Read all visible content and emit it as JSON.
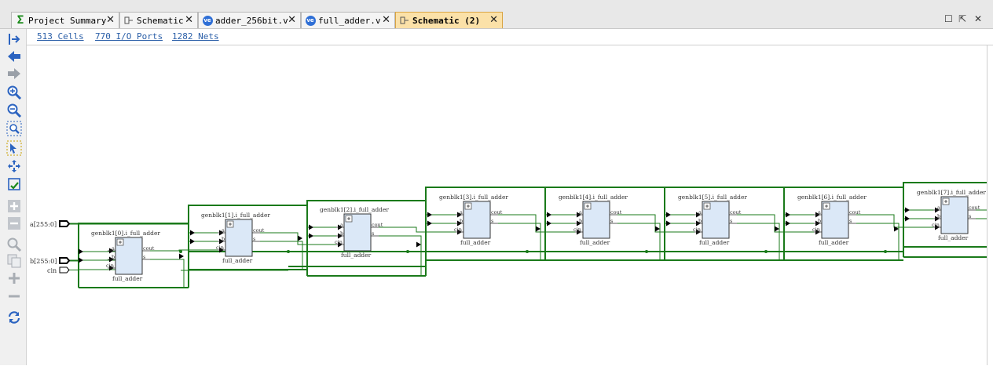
{
  "tabs": [
    {
      "label": "Project Summary",
      "icon": "sigma-icon"
    },
    {
      "label": "Schematic",
      "icon": "schematic-icon"
    },
    {
      "label": "adder_256bit.v",
      "icon": "verilog-file-icon"
    },
    {
      "label": "full_adder.v",
      "icon": "verilog-file-icon"
    },
    {
      "label": "Schematic (2)",
      "icon": "schematic-icon",
      "active": true
    }
  ],
  "tab_close": "✕",
  "stats": {
    "cells": "513 Cells",
    "ports": "770 I/O Ports",
    "nets": "1282 Nets"
  },
  "toolbar_icons": [
    "expand-to-icon",
    "back-icon",
    "forward-icon",
    "zoom-in-icon",
    "zoom-out-icon",
    "zoom-fit-icon",
    "select-area-icon",
    "fit-selection-icon",
    "regenerate-icon",
    "expand-icon",
    "collapse-icon",
    "search-icon",
    "copy-icon",
    "add-icon",
    "remove-icon",
    "refresh-icon"
  ],
  "ports": {
    "a": "a[255:0]",
    "b": "b[255:0]",
    "cin": "cin"
  },
  "instances": [
    "genblk1[0].i_full_adder",
    "genblk1[1].i_full_adder",
    "genblk1[2].i_full_adder",
    "genblk1[3].i_full_adder",
    "genblk1[4].i_full_adder",
    "genblk1[5].i_full_adder",
    "genblk1[6].i_full_adder",
    "genblk1[7].i_full_adder"
  ],
  "cell_type": "full_adder",
  "pin_labels": {
    "a": "a",
    "b": "b",
    "cin": "cin",
    "cout": "cout",
    "s": "s"
  },
  "colors": {
    "wire": "#1a7a1a",
    "cell_fill": "#dbe8f7",
    "active_tab": "#fbe1a8",
    "link": "#2b5fa8"
  }
}
